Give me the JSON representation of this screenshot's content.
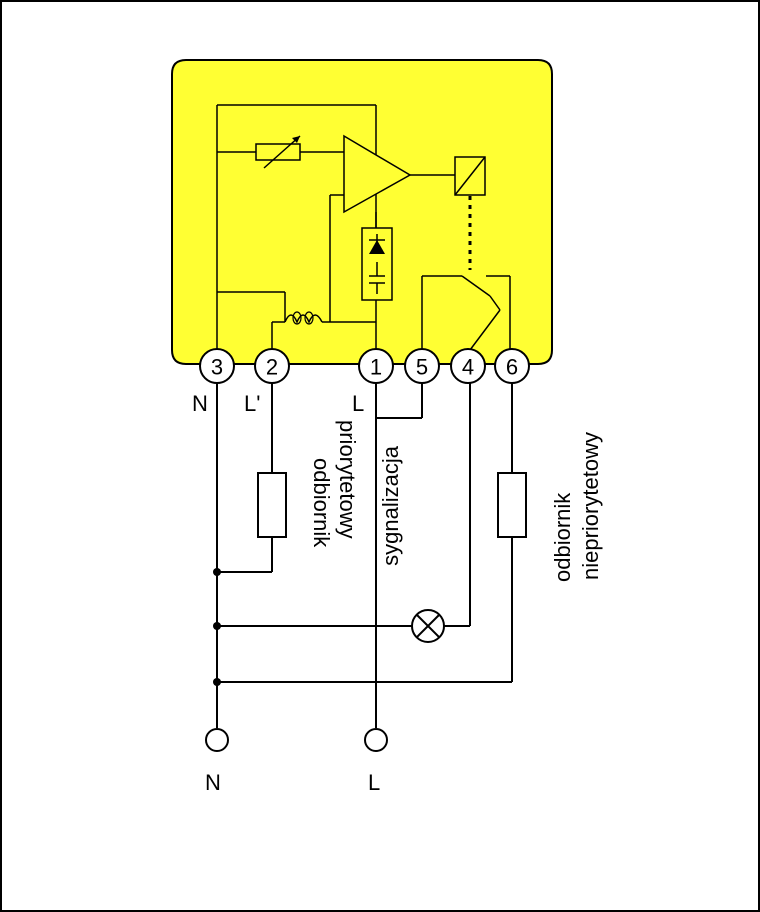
{
  "colors": {
    "housing_fill": "#ffff33",
    "housing_stroke": "#000000",
    "background": "#ffffff"
  },
  "terminals": [
    {
      "number": "3",
      "label": "N"
    },
    {
      "number": "2",
      "label": "L'"
    },
    {
      "number": "1",
      "label": "L"
    },
    {
      "number": "5",
      "label": ""
    },
    {
      "number": "4",
      "label": ""
    },
    {
      "number": "6",
      "label": ""
    }
  ],
  "loads": {
    "priority": [
      "odbiornik",
      "priorytetowy"
    ],
    "signal": "sygnalizacja",
    "nonpriority": [
      "odbiornik",
      "niepriorytetowy"
    ]
  },
  "supply": {
    "neutral": "N",
    "line": "L"
  }
}
